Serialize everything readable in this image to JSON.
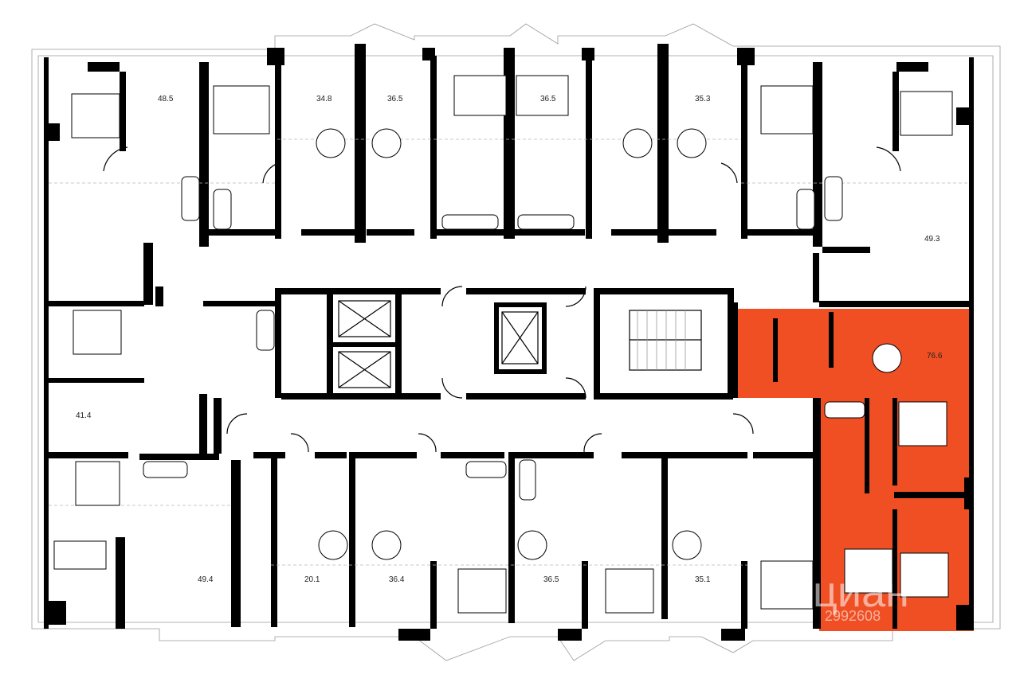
{
  "plan": {
    "highlight_color": "#f04f24",
    "wall_color": "#000000",
    "apartments": [
      {
        "id": "a1",
        "area": "48.5",
        "highlighted": false
      },
      {
        "id": "a2",
        "area": "34.8",
        "highlighted": false
      },
      {
        "id": "a3",
        "area": "36.5",
        "highlighted": false
      },
      {
        "id": "a4",
        "area": "36.5",
        "highlighted": false
      },
      {
        "id": "a5",
        "area": "35.3",
        "highlighted": false
      },
      {
        "id": "a6",
        "area": "49.3",
        "highlighted": false
      },
      {
        "id": "a7",
        "area": "76.6",
        "highlighted": true
      },
      {
        "id": "a8",
        "area": "41.4",
        "highlighted": false
      },
      {
        "id": "a9",
        "area": "49.4",
        "highlighted": false
      },
      {
        "id": "a10",
        "area": "20.1",
        "highlighted": false
      },
      {
        "id": "a11",
        "area": "36.4",
        "highlighted": false
      },
      {
        "id": "a12",
        "area": "36.5",
        "highlighted": false
      },
      {
        "id": "a13",
        "area": "35.1",
        "highlighted": false
      }
    ]
  },
  "watermark": {
    "brand": "циан",
    "id": "2992608"
  }
}
